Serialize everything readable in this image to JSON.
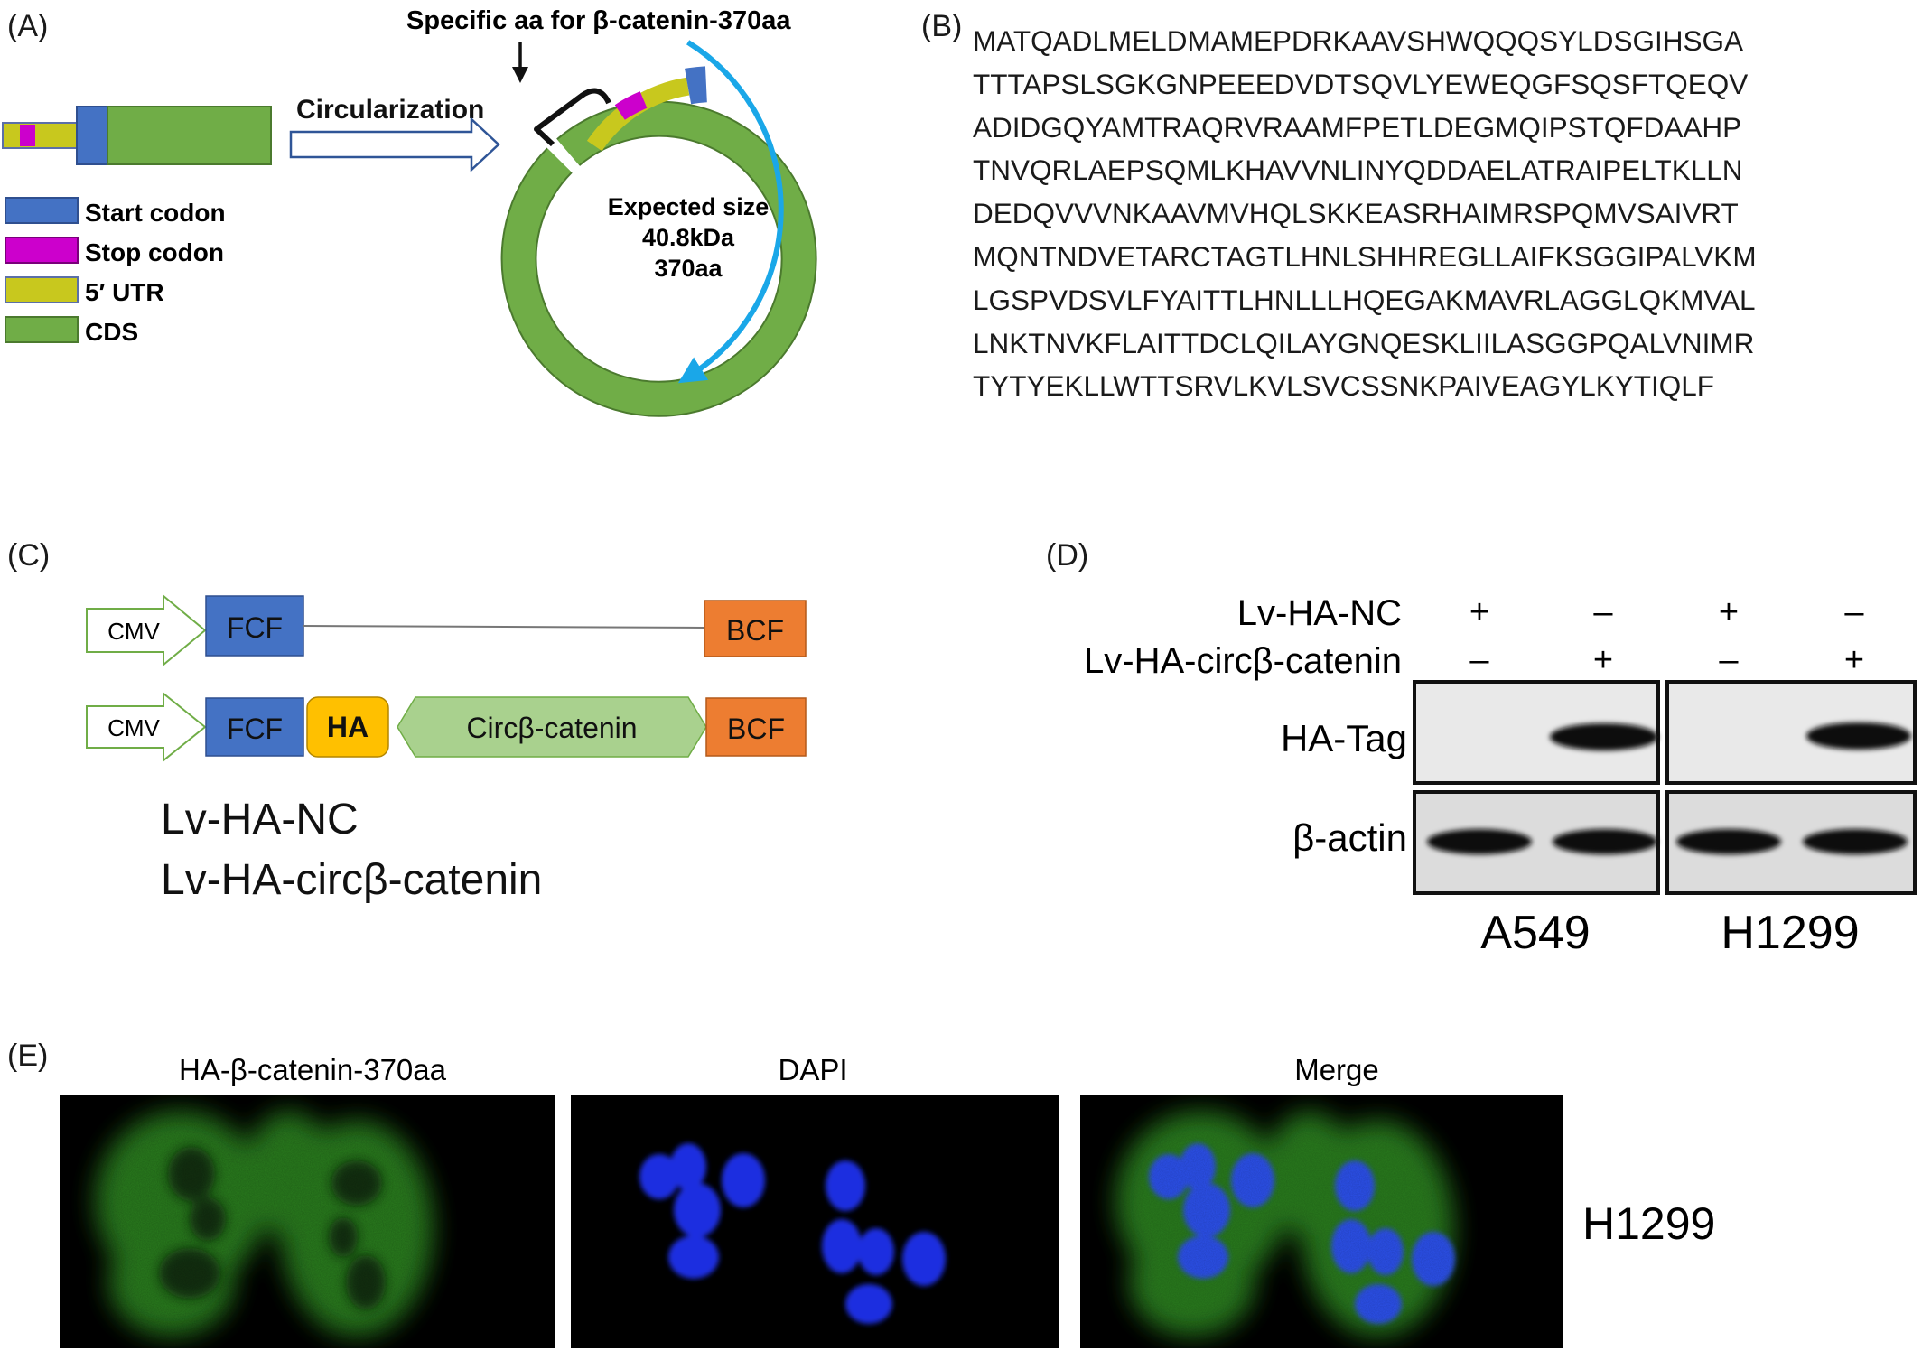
{
  "panels": {
    "a": "(A)",
    "b": "(B)",
    "c": "(C)",
    "d": "(D)",
    "e": "(E)"
  },
  "panel_a": {
    "circularization": "Circularization",
    "specific_aa": "Specific aa for β-catenin-370aa",
    "legend": [
      {
        "label": "Start codon",
        "color": "#4472c4"
      },
      {
        "label": "Stop codon",
        "color": "#cc00cc"
      },
      {
        "label": "5′ UTR",
        "color": "#c8c81e"
      },
      {
        "label": "CDS",
        "color": "#70ad47"
      }
    ],
    "center_lines": [
      "Expected size",
      "40.8kDa",
      "370aa"
    ]
  },
  "panel_b": {
    "sequence": [
      "MATQADLMELDMAMEPDRKAAVSHWQQQSYLDSGIHSGA",
      "TTTAPSLSGKGNPEEEDVDTSQVLYEWEQGFSQSFTQEQV",
      "ADIDGQYAMTRAQRVRAAMFPETLDEGMQIPSTQFDAAHP",
      "TNVQRLAEPSQMLKHAVVNLINYQDDAELATRAIPELTKLLN",
      "DEDQVVVNKAAVMVHQLSKKEASRHAIMRSPQMVSAIVRT",
      "MQNTNDVETARCTAGTLHNLSHHREGLLAIFKSGGIPALVKM",
      "LGSPVDSVLFYAITTLHNLLLHQEGAKMAVRLAGGLQKMVAL",
      "LNKTNVKFLAITTDCLQILAYGNQESKLIILASGGPQALVNIMR",
      "TYTYEKLLWTTSRVLKVLSVCSSNKPAIVEAGYLKYTIQLF"
    ]
  },
  "panel_c": {
    "cmv": "CMV",
    "fcf": "FCF",
    "bcf": "BCF",
    "ha": "HA",
    "insert": "Circβ-catenin",
    "construct_names": [
      "Lv-HA-NC",
      "Lv-HA-circβ-catenin"
    ]
  },
  "panel_d": {
    "rows": [
      {
        "label": "Lv-HA-NC",
        "signs": [
          "+",
          "–",
          "+",
          "–"
        ]
      },
      {
        "label": "Lv-HA-circβ-catenin",
        "signs": [
          "–",
          "+",
          "–",
          "+"
        ]
      }
    ],
    "blots": [
      "HA-Tag",
      "β-actin"
    ],
    "cell_lines": [
      "A549",
      "H1299"
    ]
  },
  "panel_e": {
    "titles": [
      "HA-β-catenin-370aa",
      "DAPI",
      "Merge"
    ],
    "cell_line": "H1299"
  }
}
